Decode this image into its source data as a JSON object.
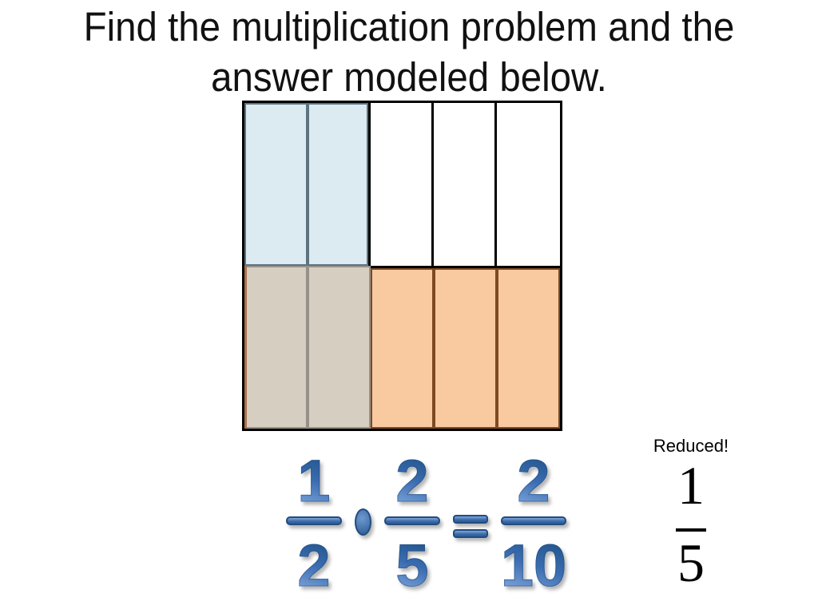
{
  "title": {
    "line1": "Find the multiplication problem and the",
    "line2": "answer modeled below."
  },
  "model": {
    "columns": 5,
    "rows": 2,
    "blue_cells": [
      "r1c1",
      "r1c2"
    ],
    "white_cells": [
      "r1c3",
      "r1c4",
      "r1c5"
    ],
    "overlap_cells": [
      "r2c1",
      "r2c2"
    ],
    "orange_cells": [
      "r2c3",
      "r2c4",
      "r2c5"
    ]
  },
  "equation": {
    "factor1": {
      "numerator": "1",
      "denominator": "2"
    },
    "operator": "·",
    "factor2": {
      "numerator": "2",
      "denominator": "5"
    },
    "equals_sign": "=",
    "product": {
      "numerator": "2",
      "denominator": "10"
    }
  },
  "reduced": {
    "label": "Reduced!",
    "fraction": {
      "numerator": "1",
      "denominator": "5"
    }
  },
  "colors": {
    "blue-fill": "#dcebf2",
    "blue-border": "#5e7380",
    "tan-fill": "#d6cec0",
    "tan-border": "#97918a",
    "tan-left-edge": "#aa7248",
    "orange-fill": "#f9c9a0",
    "orange-border": "#7d4a22",
    "grid-line": "#000000",
    "wordart-dark": "#24568f",
    "wordart-mid": "#3a6cb0",
    "wordart-light": "#8fb2e4",
    "wordart-outline": "#214c80",
    "title-color": "#111111"
  }
}
